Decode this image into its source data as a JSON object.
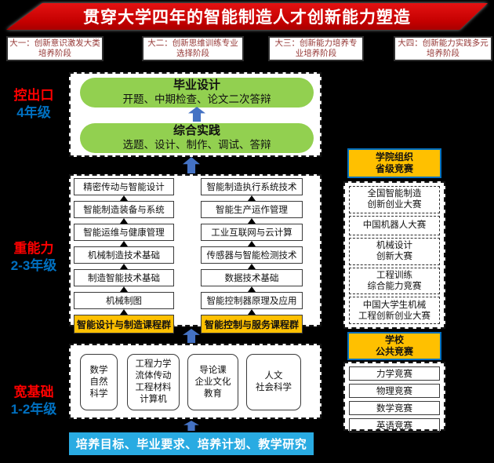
{
  "banner": {
    "title": "贯穿大学四年的智能制造人才创新能力塑造"
  },
  "stages": [
    {
      "label": "大一：创新意识激发大类培养阶段"
    },
    {
      "label": "大二：创新思维训练专业选择阶段"
    },
    {
      "label": "大三：创新能力培养专业培养阶段"
    },
    {
      "label": "大四：创新能力实践多元培养阶段"
    }
  ],
  "left_labels": [
    {
      "phase": "控出口",
      "grade": "4年级"
    },
    {
      "phase": "重能力",
      "grade": "2-3年级"
    },
    {
      "phase": "宽基础",
      "grade": "1-2年级"
    }
  ],
  "capstone": {
    "items": [
      {
        "title": "毕业设计",
        "subtitle": "开题、中期检查、论文二次答辩"
      },
      {
        "title": "综合实践",
        "subtitle": "选题、设计、制作、调试、答辩"
      }
    ]
  },
  "course_columns": [
    {
      "group": "智能设计与制造课程群",
      "courses": [
        "精密传动与智能设计",
        "智能制造装备与系统",
        "智能运维与健康管理",
        "机械制造技术基础",
        "制造智能技术基础",
        "机械制图"
      ]
    },
    {
      "group": "智能控制与服务课程群",
      "courses": [
        "智能制造执行系统技术",
        "智能生产运作管理",
        "工业互联网与云计算",
        "传感器与智能检测技术",
        "数据技术基础",
        "智能控制器原理及应用"
      ]
    }
  ],
  "foundation": {
    "boxes": [
      "数学\n自然\n科学",
      "工程力学\n流体传动\n工程材料\n计算机",
      "导论课\n企业文化\n教育",
      "人文\n社会科学"
    ]
  },
  "bottom_banner": {
    "label": "培养目标、毕业要求、培养计划、教学研究"
  },
  "competitions": {
    "college": {
      "header": "学院组织\n省级竞赛",
      "items": [
        "全国智能制造\n创新创业大赛",
        "中国机器人大赛",
        "机械设计\n创新大赛",
        "工程训练\n综合能力竞赛",
        "中国大学生机械\n工程创新创业大赛"
      ]
    },
    "school": {
      "header": "学校\n公共竞赛",
      "items": [
        "力学竞赛",
        "物理竞赛",
        "数学竞赛",
        "英语竞赛"
      ]
    }
  },
  "colors": {
    "banner_red": "#c40000",
    "green": "#92d050",
    "amber": "#ffc000",
    "cyan": "#29abe2",
    "arrow_blue": "#4472c4",
    "header_border_blue": "#0070c0",
    "stage_text": "#953735",
    "label_red": "#ff0000",
    "label_blue": "#0070c0"
  }
}
